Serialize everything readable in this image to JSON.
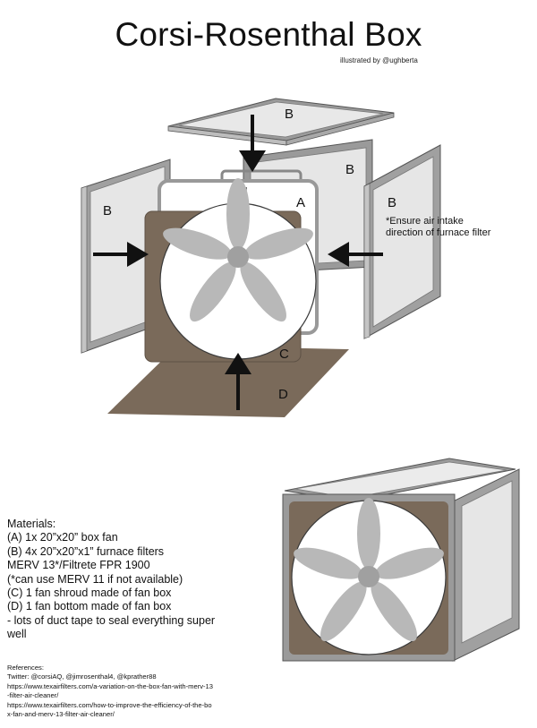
{
  "header": {
    "title": "Corsi-Rosenthal Box",
    "credit": "illustrated by @ughberta"
  },
  "diagram": {
    "labels": {
      "a": "A",
      "b": "B",
      "c": "C",
      "d": "D"
    },
    "note_lines": [
      "*Ensure air intake",
      "direction of furnace filter"
    ]
  },
  "materials": {
    "lines": [
      "Materials:",
      "(A) 1x 20”x20” box fan",
      "(B) 4x 20”x20”x1” furnace filters",
      "MERV 13*/Filtrete FPR 1900",
      "(*can use MERV 11 if not available)",
      "(C) 1 fan shroud made of fan box",
      "(D) 1 fan bottom made of fan box",
      "- lots of duct tape to seal everything super",
      "well"
    ]
  },
  "references": {
    "lines": [
      "References:",
      "Twitter: @corsiAQ, @jimrosenthal4, @kprather88",
      "https://www.texairfilters.com/a-variation-on-the-box-fan-with-merv-13",
      "-filter-air-cleaner/",
      "https://www.texairfilters.com/how-to-improve-the-efficiency-of-the-bo",
      "x-fan-and-merv-13-filter-air-cleaner/"
    ]
  },
  "colors": {
    "shroud": "#7a6a5a",
    "filter_frame": "#9a9a9a",
    "filter_face": "#e6e6e6",
    "blade": "#b8b8b8",
    "hub": "#a0a0a0"
  }
}
